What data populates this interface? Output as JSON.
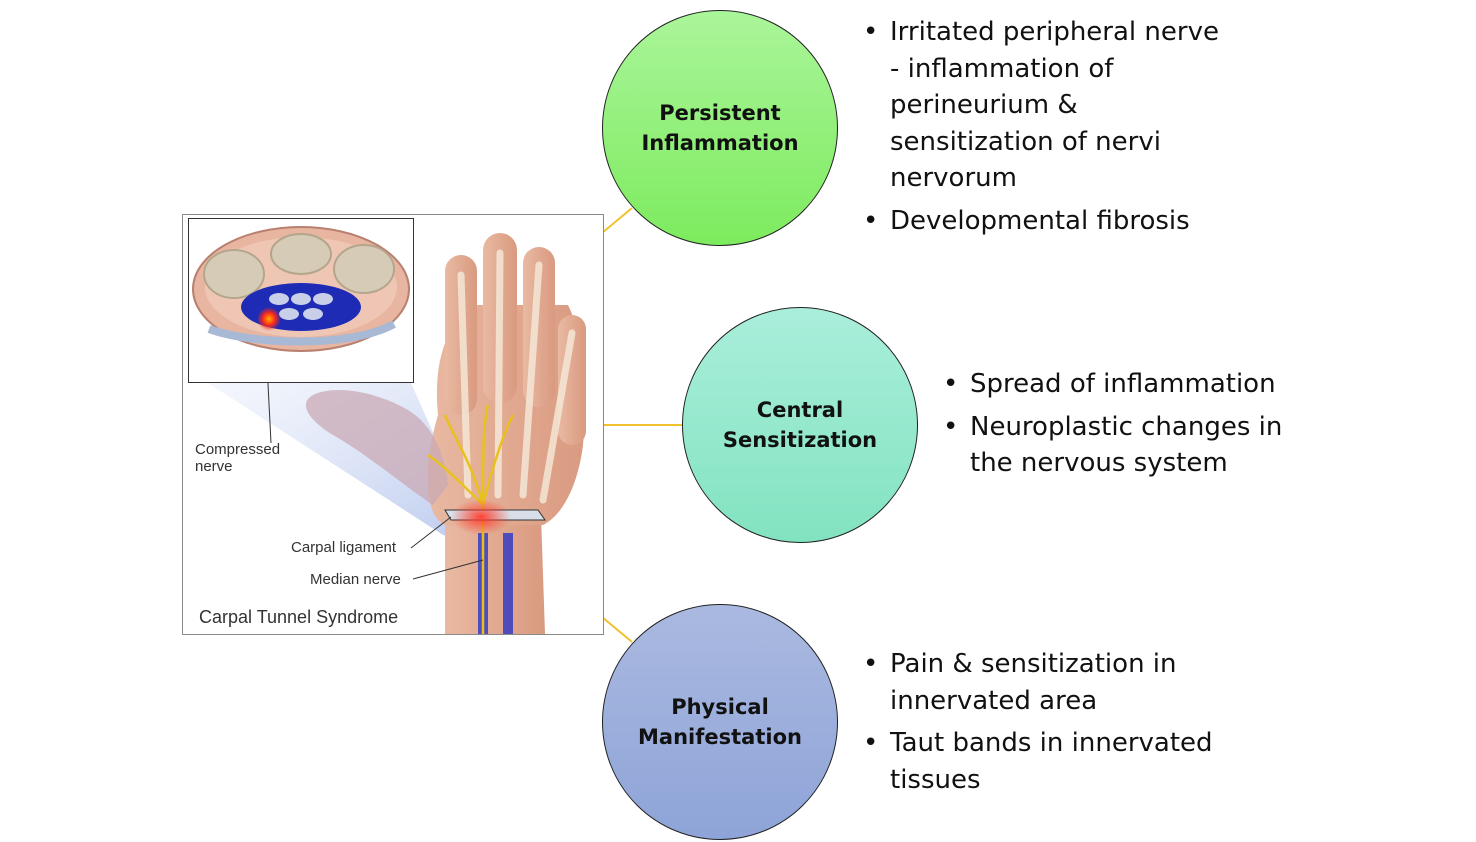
{
  "illustration": {
    "caption": "Carpal Tunnel Syndrome",
    "label_compressed_nerve": "Compressed\nnerve",
    "label_carpal_ligament": "Carpal ligament",
    "label_median_nerve": "Median nerve"
  },
  "stages": [
    {
      "title": "Persistent\nInflammation",
      "color": "#8def72",
      "bullets": [
        "Irritated peripheral nerve - inflammation of perineurium & sensitization of nervi nervorum",
        "Developmental fibrosis"
      ]
    },
    {
      "title": "Central\nSensitization",
      "color": "#96e8cd",
      "bullets": [
        "Spread of inflammation",
        "Neuroplastic changes in the nervous system"
      ]
    },
    {
      "title": "Physical\nManifestation",
      "color": "#9cafdc",
      "bullets": [
        "Pain & sensitization in innervated area",
        "Taut bands in innervated tissues"
      ]
    }
  ],
  "connector_color": "#f2c12e"
}
